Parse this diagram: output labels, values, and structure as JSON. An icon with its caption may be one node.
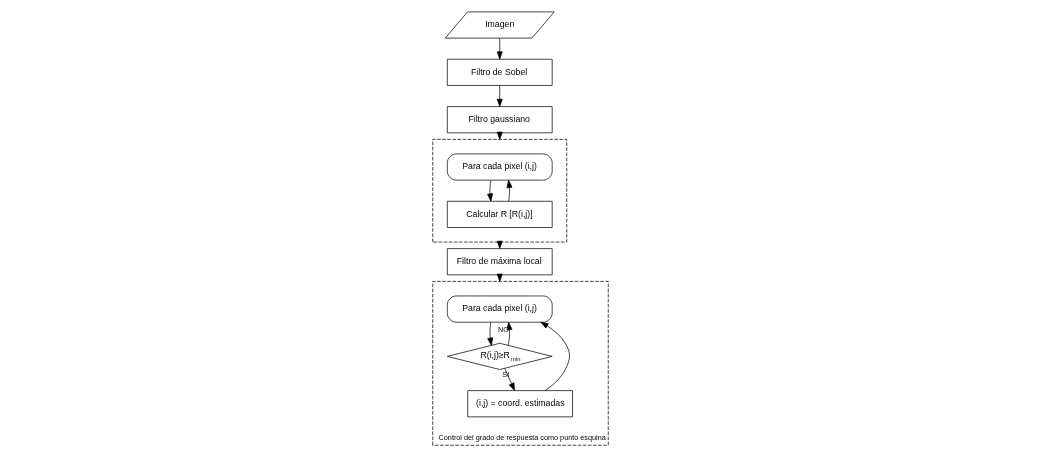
{
  "diagram": {
    "nodes": [
      {
        "text": [
          "Imagen"
        ]
      },
      {
        "text": [
          "Filtro de Sobel"
        ]
      },
      {
        "text": [
          "Filtro gaussiano"
        ]
      },
      {
        "text": [],
        "shape": "box"
      },
      {
        "text": [
          "Para cada pixel (i,j)"
        ],
        "in": 3
      },
      {
        "text": [
          "Calcular R [R(i,j)]"
        ],
        "in": 3
      },
      {
        "text": [
          "Filtro de máxima local"
        ]
      },
      {
        "text": [
          "Control del grado de respuesta como punto esquina"
        ]
      },
      {
        "text": [
          "Para cada pixel (i,j)"
        ],
        "in": 7
      },
      {
        "text": [
          "R(i,j)≥R$_{min}$"
        ],
        "in": 7
      },
      {
        "text": [
          "(i,j) = coord. estimadas"
        ],
        "in": 7
      }
    ],
    "edges": [
      {
        "from": 0,
        "to": 1,
        "arrow": "to"
      },
      {
        "from": 1,
        "to": 2,
        "arrow": "to"
      },
      {
        "from": 2,
        "to": 3,
        "arrow": "to"
      },
      {
        "from": 4,
        "to": 5,
        "arrow": "to"
      },
      {
        "from": 5,
        "to": 4,
        "arrow": "to"
      },
      {
        "from": 3,
        "to": 6,
        "arrow": "to"
      },
      {
        "from": 6,
        "to": 7,
        "arrow": "to"
      },
      {
        "from": 8,
        "to": 9,
        "arrow": "to"
      },
      {
        "from": 9,
        "to": 8,
        "arrow": "to",
        "label": "NO"
      },
      {
        "from": 9,
        "to": 10,
        "arrow": "to",
        "label": "SI"
      },
      {
        "from": 10,
        "to": 8,
        "arrow": "to"
      }
    ]
  }
}
